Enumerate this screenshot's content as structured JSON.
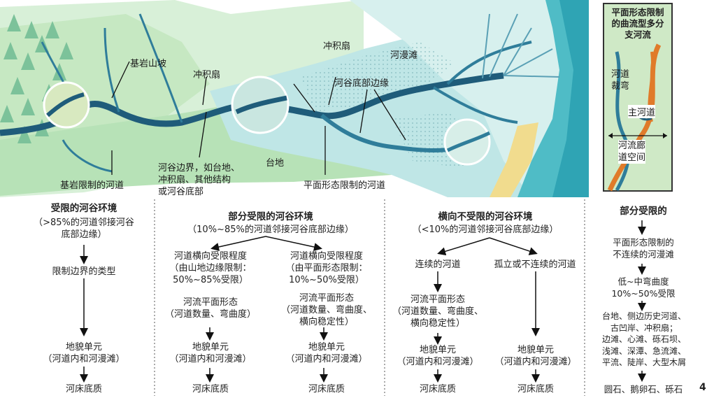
{
  "map": {
    "label_bedrock_slope": "基岩山坡",
    "label_fan_1": "冲积扇",
    "label_fan_2": "冲积扇",
    "label_floodplain": "河漫滩",
    "label_valley_bottom_margin": "河谷底部边缘",
    "label_terrace": "台地",
    "label_valley_margin": "河谷边界，如台地、\n冲积扇、其他结构\n或河谷底部",
    "label_bedrock_confined_channel": "基岩限制的河道",
    "label_planform_confined_channel": "平面形态限制的河道"
  },
  "inset": {
    "title": "平面形态限制\n的曲流型多分\n支河流",
    "label_cutoff": "河道\n裁弯",
    "label_main_channel": "主河道",
    "label_corridor": "河流廊\n道空间"
  },
  "columns": {
    "confined": {
      "title": "受限的河谷环境",
      "subtitle": "（>85%的河道邻接河谷\n底部边缘）",
      "step1": "限制边界的类型",
      "step2": "地貌单元\n（河道内和河漫滩）",
      "step3": "河床底质"
    },
    "partly": {
      "title": "部分受限的河谷环境",
      "subtitle": "（10%~85%的河道邻接河谷底部边缘）",
      "left_a": "河道横向受限程度\n（由山地边缘限制：\n50%~85%受限）",
      "left_b": "河流平面形态\n（河道数量、弯曲度）",
      "left_c": "地貌单元\n（河道内和河漫滩）",
      "left_d": "河床底质",
      "right_a": "河道横向受限程度\n（由平面形态限制：\n10%~50%受限）",
      "right_b": "河流平面形态\n（河道数量、弯曲度、\n横向稳定性）",
      "right_c": "地貌单元\n（河道内和河漫滩）",
      "right_d": "河床底质"
    },
    "unconfined": {
      "title": "横向不受限的河谷环境",
      "subtitle": "（<10%的河道邻接河谷底部边缘）",
      "left_a": "连续的河道",
      "left_b": "河流平面形态\n（河道数量、弯曲度、\n横向稳定性）",
      "left_c": "地貌单元\n（河道内和河漫滩）",
      "left_d": "河床底质",
      "right_a": "孤立或不连续的河道",
      "right_c": "地貌单元\n（河道内和河漫滩）",
      "right_d": "河床底质"
    },
    "partial": {
      "title": "部分受限的",
      "a": "平面形态限制的\n不连续的河漫滩",
      "b": "低~中弯曲度\n10%~50%受限",
      "c": "台地、侧边历史河道、\n古凹岸、冲积扇；\n边滩、心滩、砾石坝、\n浅滩、深潭、急流滩、\n平流、陡岸、大型木屑",
      "d": "圆石、鹅卵石、砾石",
      "figure_number": "4"
    }
  },
  "colors": {
    "river_dark": "#1f5c7a",
    "river_mid": "#2f7d9a",
    "forest": "#7cc29a",
    "valley_green": "#b9dfb0",
    "water_light": "#a9dbe0",
    "sea": "#3fb6c2",
    "sand": "#f0d98a",
    "orange": "#e07b2a"
  }
}
